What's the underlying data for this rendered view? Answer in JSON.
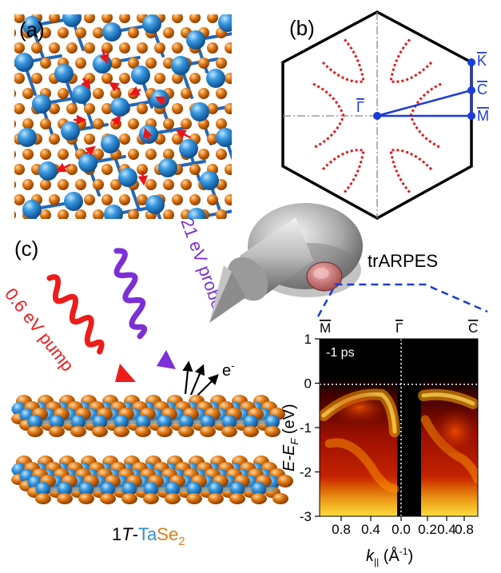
{
  "panels": {
    "a": {
      "label": "(a)"
    },
    "b": {
      "label": "(b)"
    },
    "c": {
      "label": "(c)"
    }
  },
  "bz_points": {
    "gamma": "Γ",
    "k": "K",
    "c": "C",
    "m": "M"
  },
  "beams": {
    "pump": "0.6 eV pump",
    "probe": "21 eV probe",
    "electron": "e",
    "electron_sup": "-"
  },
  "technique": "trARPES",
  "material": {
    "prefix": "1",
    "italic": "T",
    "dash": "-",
    "ta": "Ta",
    "se": "Se",
    "sub": "2"
  },
  "arpes": {
    "delay": "-1 ps",
    "top_labels": {
      "left": "M",
      "center": "Γ",
      "right": "C"
    },
    "y_ticks": [
      "1",
      "0",
      "-1",
      "-2",
      "-3"
    ],
    "x_ticks": [
      "0.8",
      "0.4",
      "0.0",
      "0.2",
      "0.4",
      "0.8"
    ],
    "y_title": {
      "main": "E",
      "minus": "-E",
      "sub": "F",
      "unit": " (eV)"
    },
    "x_title": {
      "main": "k",
      "sub": "||",
      "unit": " (Å",
      "sup": "-1",
      "close": ")"
    }
  },
  "colors": {
    "ta_atom": "#2d8ed6",
    "se_atom": "#e27b16",
    "bond": "#2468b6",
    "arrow": "#e8161b",
    "bz_fermi": "#e8161b",
    "bz_blue": "#1a3cd9",
    "pump": "#ee1c1c",
    "probe": "#7b2fd6",
    "ta_text": "#2d8ed6",
    "se_text": "#e27b16"
  }
}
